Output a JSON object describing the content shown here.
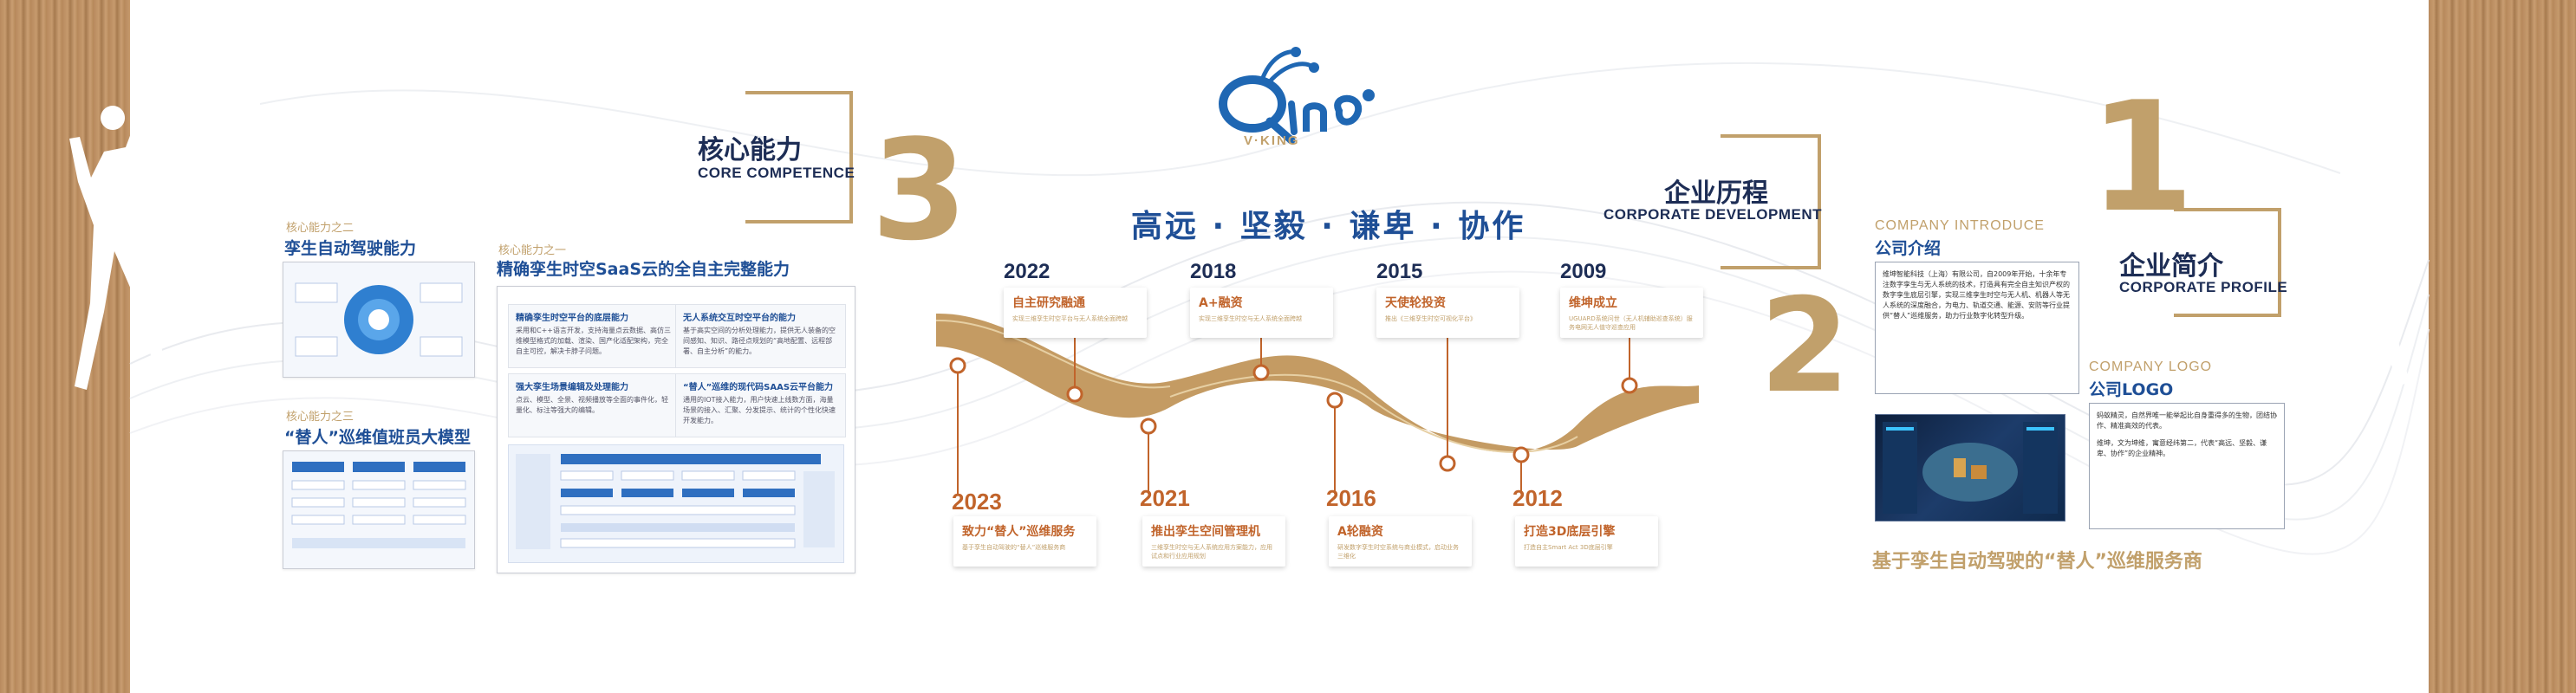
{
  "slogan": "高远 · 坚毅 · 谦卑 · 协作",
  "logo": {
    "brand": "V·KING",
    "colors": {
      "logo_blue": "#1f67b3",
      "logo_gold": "#c1a06b"
    }
  },
  "colors": {
    "gold": "#c1a06b",
    "navy": "#1d2d55",
    "blue": "#1f4f96",
    "orange": "#c1642b",
    "wood": "#b88a5e"
  },
  "sections": {
    "core": {
      "number": "3",
      "title_cn": "核心能力",
      "title_en": "CORE COMPETENCE"
    },
    "history": {
      "number": "2",
      "title_cn": "企业历程",
      "title_en": "CORPORATE DEVELOPMENT"
    },
    "profile": {
      "number": "1",
      "title_cn": "企业简介",
      "title_en": "CORPORATE PROFILE"
    }
  },
  "capabilities": {
    "cap2": {
      "sub": "核心能力之二",
      "title": "孪生自动驾驶能力"
    },
    "cap3": {
      "sub": "核心能力之三",
      "title": "“替人”巡维值班员大模型"
    },
    "cap1": {
      "sub": "核心能力之一",
      "title": "精确孪生时空SaaS云的全自主完整能力",
      "features": [
        {
          "title": "精确孪生时空平台的底层能力",
          "desc": "采用和C++语言开发，支持海量点云数据、高仿三维模型格式的加载、渲染、国产化适配架构，完全自主可控，解决卡脖子问题。"
        },
        {
          "title": "无人系统交互时空平台的能力",
          "desc": "基于高实空间的分析处理能力，提供无人装备的空间感知、知识、路径点规划的“高地配置、远程部署、自主分析”的能力。"
        },
        {
          "title": "强大孪生场景编辑及处理能力",
          "desc": "点云、模型、全景、视频播放等全面的事件化，轻量化、标注等强大的编辑。"
        },
        {
          "title": "“替人”巡维的现代码SAAS云平台能力",
          "desc": "通用的IOT接入能力，用户快速上线数方面，海量场景的接入、汇聚、分发提示、统计的个性化快速开发能力。"
        }
      ]
    }
  },
  "timeline": {
    "top": [
      {
        "year": "2022",
        "event": "自主研究融通",
        "desc": "实现三维孪生时空平台与无人系统全面跨越"
      },
      {
        "year": "2018",
        "event": "A+融资",
        "desc": "实现三维孪生时空与无人系统全面跨越"
      },
      {
        "year": "2015",
        "event": "天使轮投资",
        "desc": "推出《三维孪生时空可视化平台》"
      },
      {
        "year": "2009",
        "event": "维坤成立",
        "desc": "UGUARD系统问世（无人机辅助巡查系统）服务电网无人值守巡查应用"
      }
    ],
    "bottom": [
      {
        "year": "2023",
        "event": "致力“替人”巡维服务",
        "desc": "基于孪生自动驾驶的“替人”巡维服务商"
      },
      {
        "year": "2021",
        "event": "推出孪生空间管理机",
        "desc": "三维孪生时空与无人系统应用方案能力，应用试点和行业应用规划"
      },
      {
        "year": "2016",
        "event": "A轮融资",
        "desc": "研发数字孪生时空系统与商业模式，启动业务三维化"
      },
      {
        "year": "2012",
        "event": "打造3D底层引擎",
        "desc": "打造自主Smart Act 3D底层引擎"
      }
    ]
  },
  "company": {
    "introduce_en": "COMPANY INTRODUCE",
    "introduce_cn": "公司介绍",
    "intro_text": "维坤智能科技（上海）有限公司，自2009年开始，十余年专注数字孪生与无人系统的技术，打造具有完全自主知识产权的数字孪生底层引擎，实现三维孪生时空与无人机、机器人等无人系统的深度融合，为电力、轨道交通、能源、安防等行业提供“替人”巡维服务，助力行业数字化转型升级。",
    "logo_en": "COMPANY LOGO",
    "logo_cn": "公司LOGO",
    "logo_text_1": "蚂蚁精灵，自然界唯一能举起比自身重得多的生物，团结协作、精准高效的代表。",
    "logo_text_2": "维坤，文为坤维，寓意经纬第二，代表“高远、坚毅、谦卑、协作”的企业精神。",
    "tagline": "基于孪生自动驾驶的“替人”巡维服务商"
  }
}
